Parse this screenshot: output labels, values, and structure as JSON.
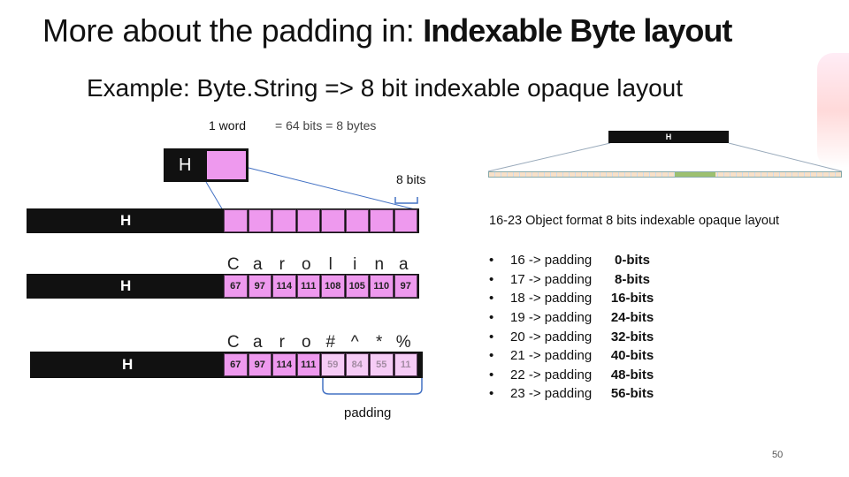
{
  "title": {
    "prefix": "More about the padding in: ",
    "emphasis": "Indexable Byte layout"
  },
  "subtitle": "Example: Byte.String => 8 bit indexable opaque layout",
  "word_label": "1 word",
  "word_size_label": "= 64 bits = 8 bytes",
  "header_label": "H",
  "small_header_label": "H",
  "eight_bits_label": "8 bits",
  "padding_label": "padding",
  "format_heading": "16-23 Object format 8 bits indexable opaque layout",
  "string1": {
    "chars": [
      "C",
      "a",
      "r",
      "o",
      "l",
      "i",
      "n",
      "a"
    ],
    "bytes": [
      "67",
      "97",
      "114",
      "111",
      "108",
      "105",
      "110",
      "97"
    ]
  },
  "string2": {
    "chars": [
      "C",
      "a",
      "r",
      "o",
      "#",
      "^",
      "*",
      "%"
    ],
    "bytes": [
      "67",
      "97",
      "114",
      "111",
      "59",
      "84",
      "55",
      "11"
    ],
    "padding_count": 4
  },
  "format_list": [
    {
      "bullet": "•",
      "code": "16 -> padding",
      "bits": "0-bits"
    },
    {
      "bullet": "•",
      "code": "17 -> padding",
      "bits": "8-bits"
    },
    {
      "bullet": "•",
      "code": "18 -> padding",
      "bits": "16-bits"
    },
    {
      "bullet": "•",
      "code": "19 -> padding",
      "bits": "24-bits"
    },
    {
      "bullet": "•",
      "code": "20 -> padding",
      "bits": "32-bits"
    },
    {
      "bullet": "•",
      "code": "21 -> padding",
      "bits": "40-bits"
    },
    {
      "bullet": "•",
      "code": "22 -> padding",
      "bits": "48-bits"
    },
    {
      "bullet": "•",
      "code": "23 -> padding",
      "bits": "56-bits"
    }
  ],
  "page_number": "50",
  "colors": {
    "cell": "#ee99ee",
    "padding_cell": "#f6ccf6",
    "bar": "#111111",
    "connector": "#4472c4"
  }
}
